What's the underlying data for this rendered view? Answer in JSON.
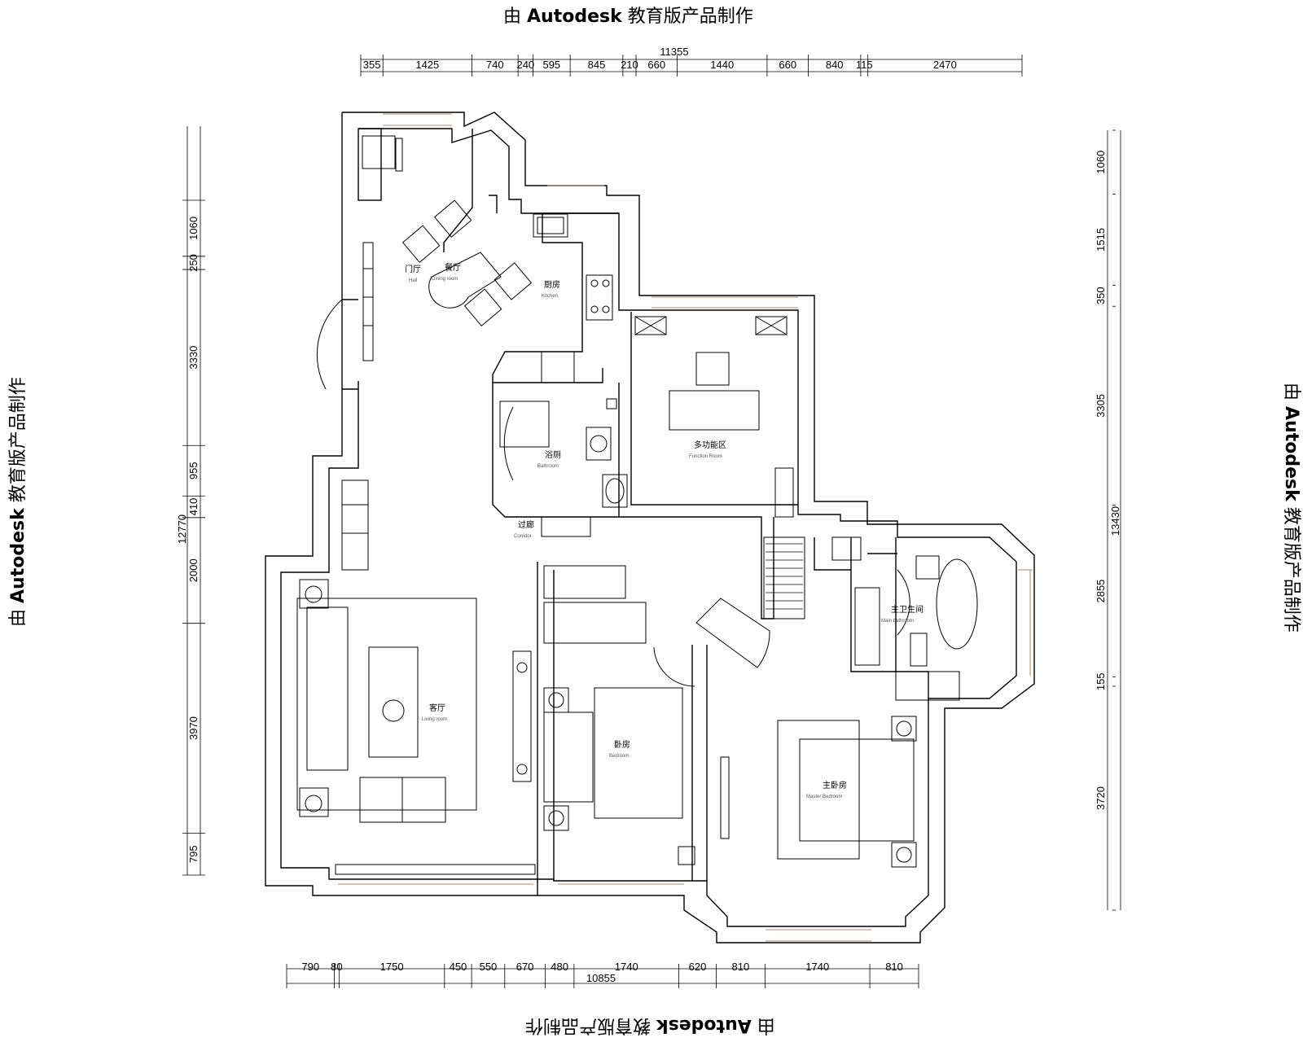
{
  "watermark": {
    "prefix": "由 ",
    "brand": "Autodesk",
    "suffix": " 教育版产品制作"
  },
  "dims_top": {
    "total": "11355",
    "segments": [
      "355",
      "1425",
      "740",
      "240",
      "595",
      "845",
      "210",
      "660",
      "1440",
      "660",
      "840",
      "115",
      "2470"
    ]
  },
  "dims_bottom": {
    "total": "10855",
    "segments": [
      "790",
      "80",
      "1750",
      "450",
      "550",
      "670",
      "480",
      "1740",
      "620",
      "810",
      "1740",
      "810"
    ]
  },
  "dims_left": {
    "total": "12770",
    "segments": [
      "1060",
      "250",
      "3330",
      "955",
      "410",
      "2000",
      "3970",
      "795"
    ]
  },
  "dims_right": {
    "total": "13430",
    "segments": [
      "1060",
      "1515",
      "350",
      "3305",
      "2855",
      "155",
      "3720"
    ]
  },
  "rooms": [
    {
      "id": "dining",
      "cn": "餐厅",
      "en": "Dining room"
    },
    {
      "id": "kitchen",
      "cn": "厨房",
      "en": "Kitchen"
    },
    {
      "id": "foyer",
      "cn": "门厅",
      "en": "Hall"
    },
    {
      "id": "bathroom",
      "cn": "浴厕",
      "en": "Bathroom"
    },
    {
      "id": "multi",
      "cn": "多功能区",
      "en": "Function Room"
    },
    {
      "id": "corridor",
      "cn": "过廊",
      "en": "Corridor"
    },
    {
      "id": "master-bath",
      "cn": "主卫生间",
      "en": "Main bathroom"
    },
    {
      "id": "living",
      "cn": "客厅",
      "en": "Living room"
    },
    {
      "id": "bedroom",
      "cn": "卧房",
      "en": "Bedroom"
    },
    {
      "id": "master-bed",
      "cn": "主卧房",
      "en": "Master Bedroom"
    }
  ]
}
